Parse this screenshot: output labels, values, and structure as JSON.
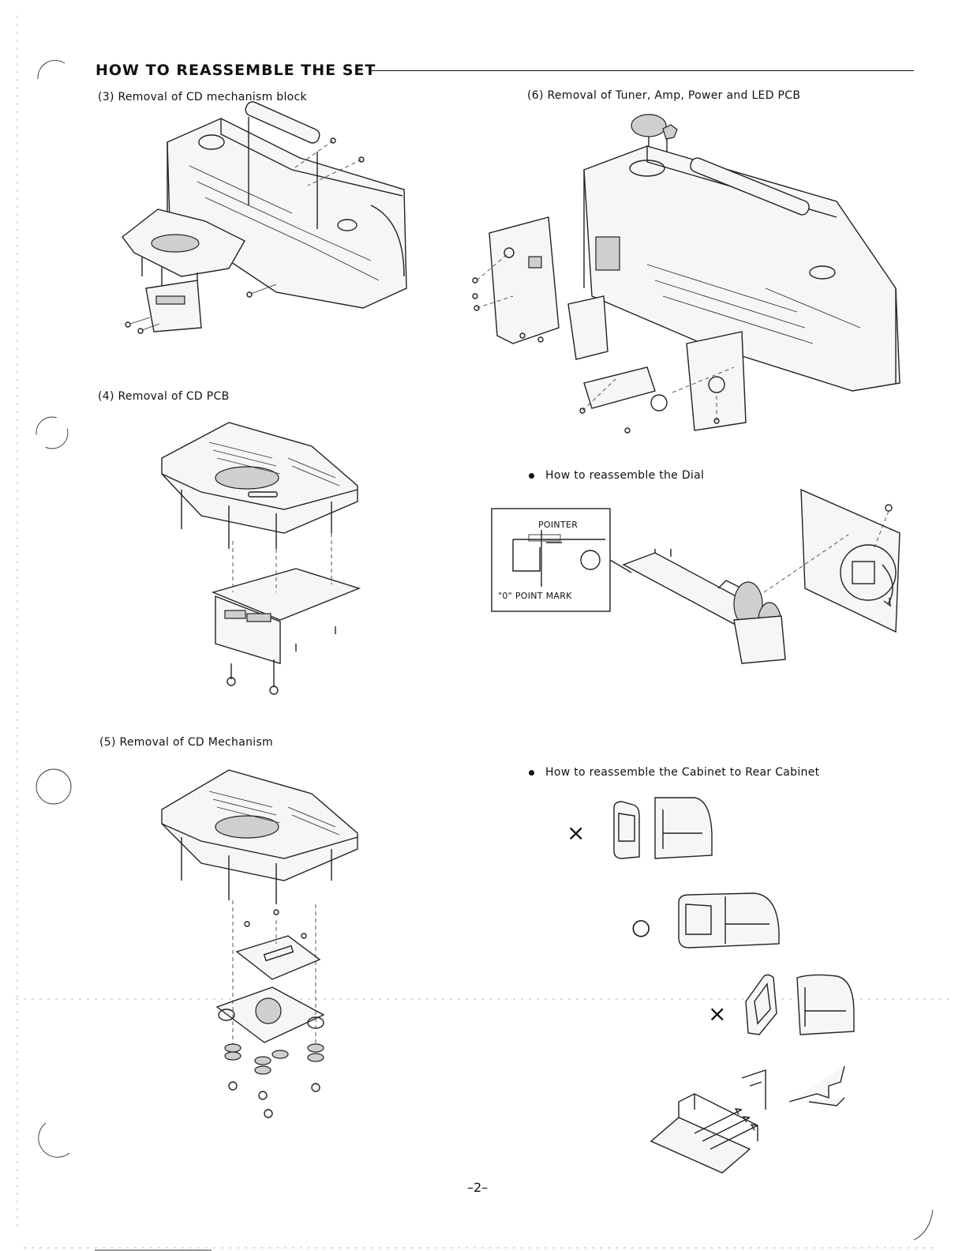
{
  "header": {
    "title": "HOW TO REASSEMBLE THE SET"
  },
  "sections": {
    "s3": "(3)  Removal of CD mechanism block",
    "s4": "(4)  Removal of CD PCB",
    "s5": "(5)  Removal of CD Mechanism",
    "s6": "(6)  Removal of Tuner, Amp, Power and LED PCB"
  },
  "notes": {
    "dial": "How to reassemble the Dial",
    "cabinet": "How to reassemble the Cabinet to Rear Cabinet"
  },
  "dial_inset": {
    "pointer_label": "POINTER",
    "mark_label": "\"0\" POINT MARK"
  },
  "cabinet_marks": {
    "wrong": "×",
    "correct": "○"
  },
  "footer": {
    "page_number": "–2–"
  }
}
